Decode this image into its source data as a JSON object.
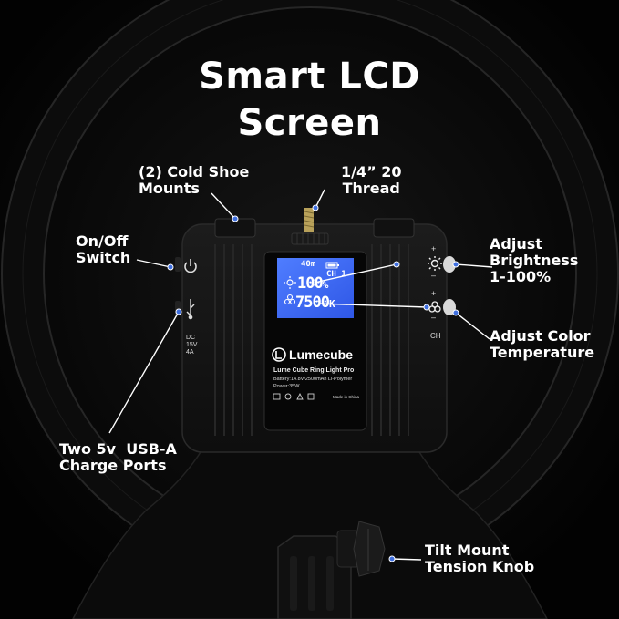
{
  "title": {
    "line1": "Smart LCD",
    "line2": "Screen"
  },
  "callouts": {
    "cold_shoe": {
      "line1": "(2) Cold Shoe",
      "line2": "Mounts"
    },
    "thread": {
      "line1": "1/4” 20",
      "line2": "Thread"
    },
    "on_off": {
      "line1": "On/Off",
      "line2": "Switch"
    },
    "brightness": {
      "line1": "Adjust",
      "line2": "Brightness",
      "line3": "1-100%"
    },
    "color_temp": {
      "line1": "Adjust Color",
      "line2": "Temperature"
    },
    "usb": {
      "line1": "Two 5v  USB-A",
      "line2": "Charge Ports"
    },
    "tilt": {
      "line1": "Tilt Mount",
      "line2": "Tension Knob"
    }
  },
  "lcd": {
    "time": "40m",
    "channel": "CH 1",
    "brightness": "100",
    "brightness_unit": "%",
    "temperature": "7500",
    "temperature_unit": "K"
  },
  "device": {
    "brand": "Lumecube",
    "product": "Lume Cube Ring Light Pro",
    "spec_battery": "Battery:14.8V/2500mAh Li-Polymer",
    "spec_power": "Power:35W",
    "origin": "Made in China",
    "dc_label_1": "DC",
    "dc_label_2": "15V",
    "dc_label_3": "4A",
    "ch_label": "CH",
    "plus": "+",
    "minus": "–"
  },
  "colors": {
    "lcd_blue": "#3d6bff",
    "ring": "#0d0d0d",
    "body": "#141414",
    "callout_dot": "#3f6fe0"
  }
}
